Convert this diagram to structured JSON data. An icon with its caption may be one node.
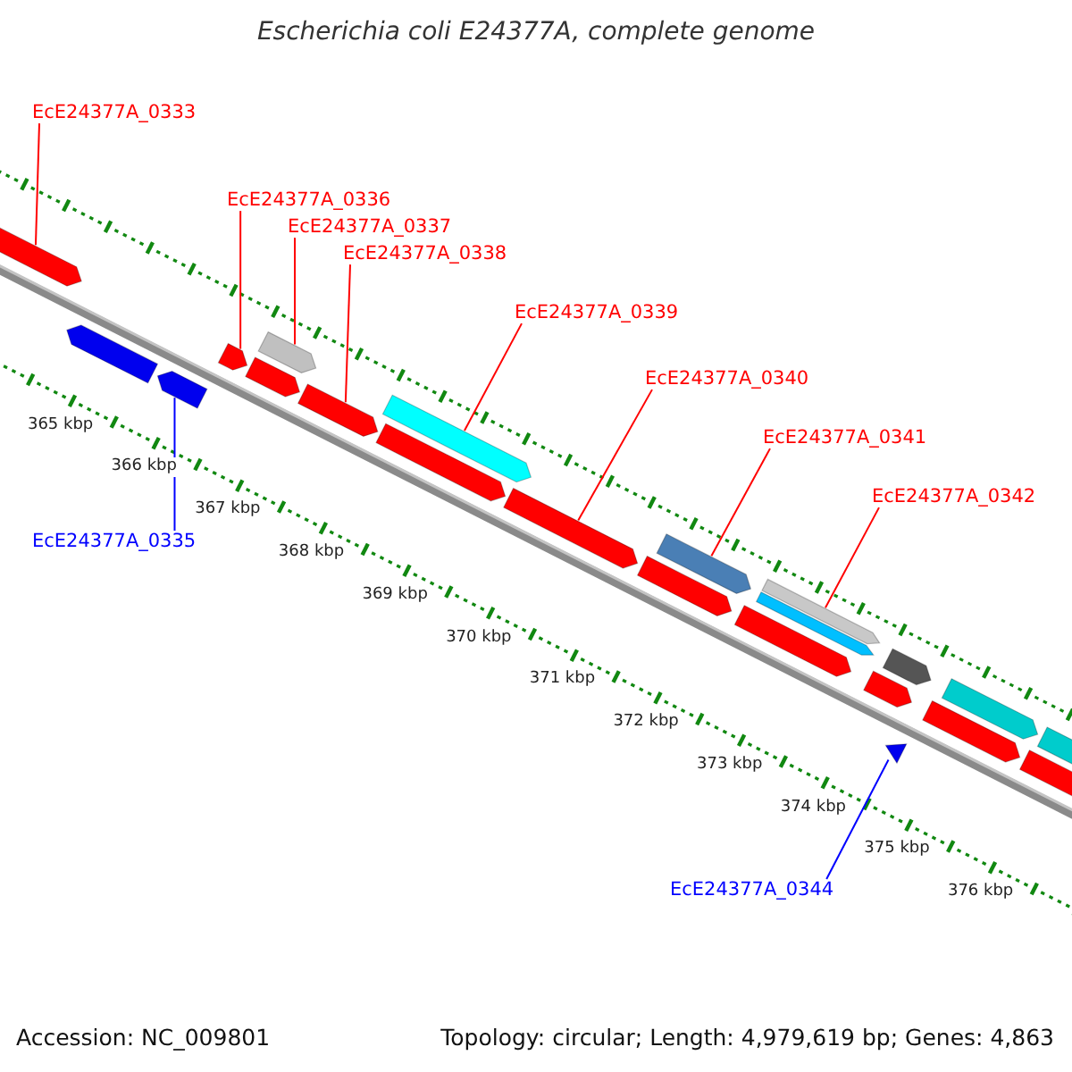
{
  "diagram": {
    "title": "Escherichia coli E24377A, complete genome",
    "nodes": [
      {
        "text": [
          "EcE24377A_0333"
        ]
      },
      {
        "text": [
          "EcE24377A_0336"
        ]
      },
      {
        "text": [
          "EcE24377A_0337"
        ]
      },
      {
        "text": [
          "EcE24377A_0338"
        ]
      },
      {
        "text": [
          "EcE24377A_0339"
        ]
      },
      {
        "text": [
          "EcE24377A_0340"
        ]
      },
      {
        "text": [
          "EcE24377A_0341"
        ]
      },
      {
        "text": [
          "EcE24377A_0342"
        ]
      },
      {
        "text": [
          "EcE24377A_0335"
        ]
      },
      {
        "text": [
          "EcE24377A_0344"
        ]
      },
      {
        "text": [],
        "shape": "arrow"
      },
      {
        "text": [],
        "shape": "arrow"
      },
      {
        "text": [],
        "shape": "arrow"
      },
      {
        "text": [],
        "shape": "arrow"
      },
      {
        "text": [],
        "shape": "arrow"
      },
      {
        "text": [],
        "shape": "arrow"
      },
      {
        "text": [],
        "shape": "arrow"
      },
      {
        "text": [],
        "shape": "arrow"
      },
      {
        "text": [],
        "shape": "arrow"
      },
      {
        "text": [],
        "shape": "triangle"
      },
      {
        "text": [],
        "shape": "arrow"
      },
      {
        "text": [],
        "shape": "arrow"
      },
      {
        "text": [],
        "shape": "arrow"
      },
      {
        "text": [],
        "shape": "arrow"
      },
      {
        "text": [],
        "shape": "arrow"
      },
      {
        "text": [],
        "shape": "arrow"
      },
      {
        "text": [],
        "shape": "arrow"
      },
      {
        "text": [],
        "shape": "arrow"
      },
      {
        "text": [],
        "shape": "arrow"
      },
      {
        "text": [],
        "shape": "arrow"
      },
      {
        "text": [],
        "shape": "arrow"
      },
      {
        "text": [],
        "shape": "arrow"
      }
    ],
    "edges": [
      {
        "from": 0,
        "to": 10,
        "arrow": "none"
      },
      {
        "from": 1,
        "to": 12,
        "arrow": "none"
      },
      {
        "from": 2,
        "to": 13,
        "arrow": "none"
      },
      {
        "from": 3,
        "to": 14,
        "arrow": "none"
      },
      {
        "from": 4,
        "to": 15,
        "arrow": "none"
      },
      {
        "from": 5,
        "to": 16,
        "arrow": "none"
      },
      {
        "from": 6,
        "to": 17,
        "arrow": "none"
      },
      {
        "from": 7,
        "to": 18,
        "arrow": "none"
      },
      {
        "from": 8,
        "to": 11,
        "arrow": "none",
        "color": "#0000ff"
      },
      {
        "from": 9,
        "to": 19,
        "arrow": "none",
        "color": "#0000ff"
      }
    ],
    "labels": [
      "365 kbp",
      "366 kbp",
      "367 kbp",
      "368 kbp",
      "369 kbp",
      "370 kbp",
      "371 kbp",
      "372 kbp",
      "373 kbp",
      "374 kbp",
      "375 kbp",
      "376 kbp",
      "Accession: NC_009801",
      "Topology: circular; Length: 4,979,619 bp; Genes: 4,863"
    ]
  }
}
